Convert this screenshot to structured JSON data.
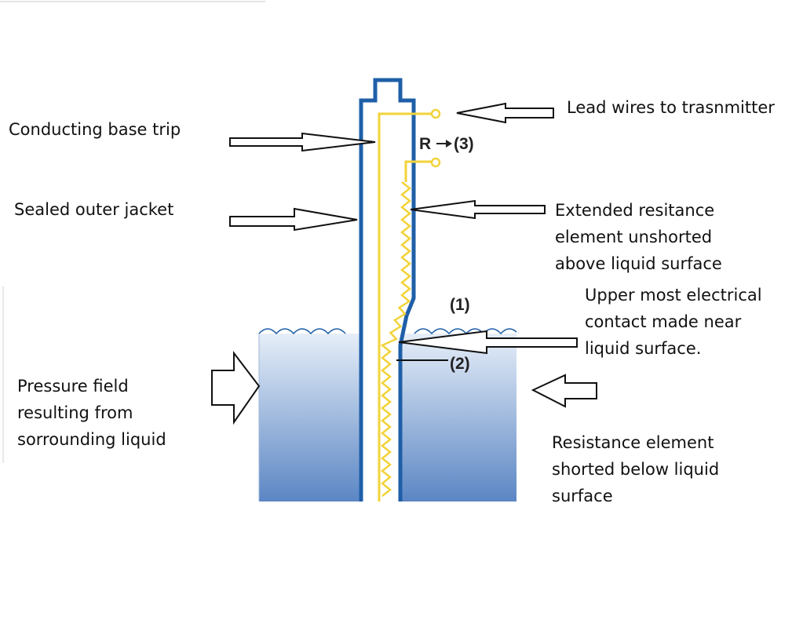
{
  "callouts": {
    "lead_wires": "Lead wires to trasnmitter",
    "conducting_base": "Conducting base trip",
    "sealed_jacket": "Sealed outer jacket",
    "extended_element": "Extended resitance\nelement unshorted\nabove liquid surface",
    "upper_contact": "Upper most electrical\ncontact made near\nliquid surface.",
    "pressure_field": "Pressure field\nresulting from\nsorrounding liquid",
    "shorted_element": "Resistance element\nshorted below liquid\nsurface"
  },
  "figure_labels": {
    "resistance": "R",
    "marker_3": "(3)",
    "marker_1": "(1)",
    "marker_2": "(2)"
  },
  "colors": {
    "jacket": "#1f5fa8",
    "conductor": "#f2d33a",
    "liquid_top": "#e6eef8",
    "liquid_bottom": "#5b86c4",
    "arrow_stroke": "#111111",
    "arrow_fill": "#ffffff"
  }
}
